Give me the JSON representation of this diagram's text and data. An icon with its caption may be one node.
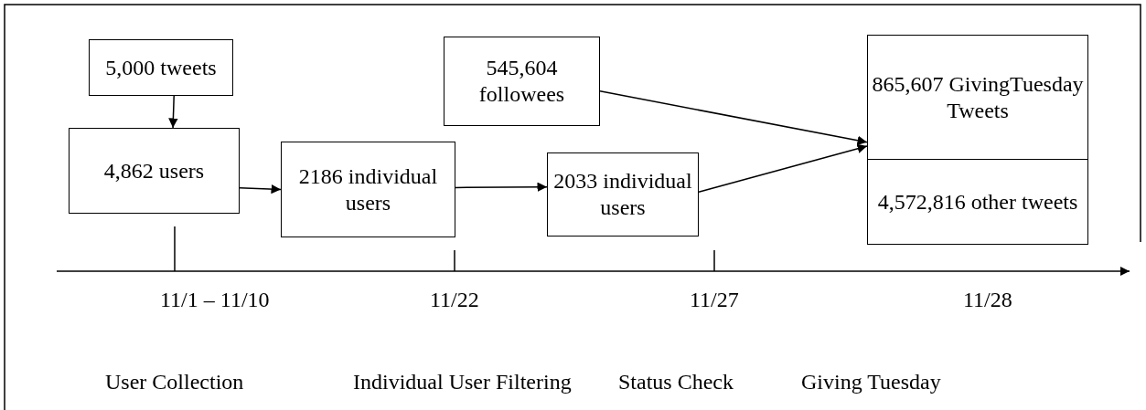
{
  "diagram": {
    "nodes": [
      {
        "text": [
          "5,000 tweets"
        ]
      },
      {
        "text": [
          "4,862 users"
        ]
      },
      {
        "text": [
          "2186 individual users"
        ]
      },
      {
        "text": [
          "545,604 followees"
        ]
      },
      {
        "text": [
          "2033 individual users"
        ]
      },
      {
        "text": [
          "865,607 GivingTuesday Tweets"
        ]
      },
      {
        "text": [
          "4,572,816 other tweets"
        ]
      }
    ],
    "edges": [
      {
        "from": 0,
        "to": 1,
        "arrow": "to"
      },
      {
        "from": 1,
        "to": 2,
        "arrow": "to"
      },
      {
        "from": 2,
        "to": 4,
        "arrow": "to"
      },
      {
        "from": 3,
        "to": 5,
        "arrow": "to"
      },
      {
        "from": 4,
        "to": 5,
        "arrow": "to"
      }
    ],
    "labels": [
      "11/1 – 11/10",
      "11/22",
      "11/27",
      "11/28",
      "User Collection",
      "Individual User Filtering",
      "Status Check",
      "Giving Tuesday"
    ]
  }
}
